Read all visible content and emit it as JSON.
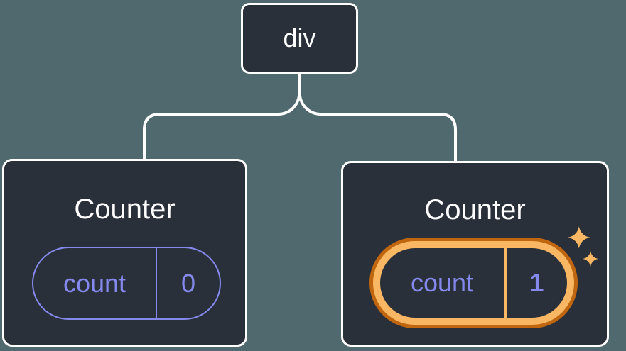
{
  "diagram": {
    "description": "Component tree diagram: a div root with two Counter children holding separate count state",
    "root": {
      "label": "div"
    },
    "counters": [
      {
        "title": "Counter",
        "state_label": "count",
        "state_value": "0",
        "highlighted": false
      },
      {
        "title": "Counter",
        "state_label": "count",
        "state_value": "1",
        "highlighted": true
      }
    ],
    "icons": {
      "sparkles": "sparkles-icon"
    }
  },
  "colors": {
    "background": "#4F696E",
    "card": "#2A303A",
    "card_border": "#FFFFFF",
    "connector": "#FFFFFF",
    "text": "#FFFFFF",
    "accent_purple": "#8589EE",
    "highlight_orange": "#FAB763",
    "highlight_orange_dark": "#C0660F"
  }
}
